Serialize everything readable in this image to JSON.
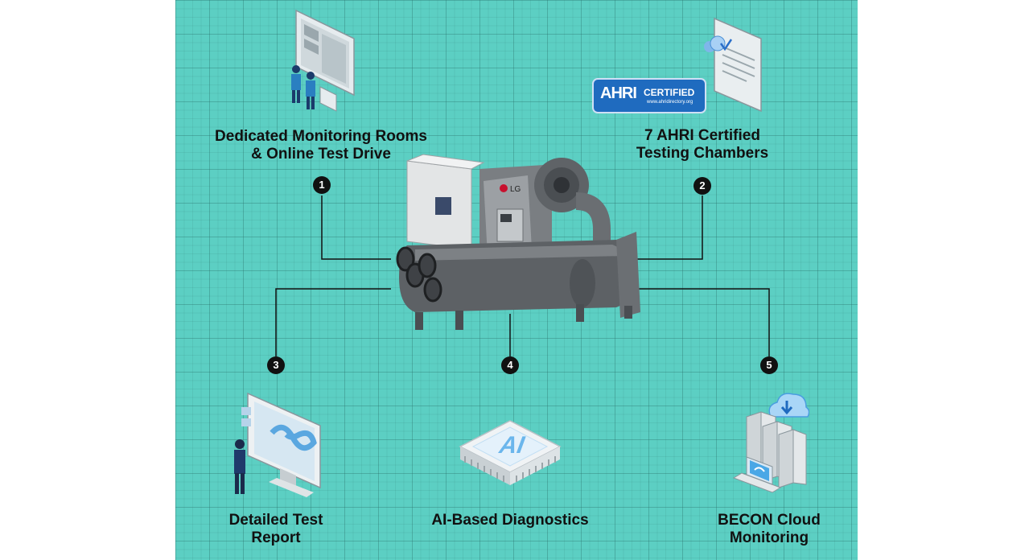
{
  "features": [
    {
      "number": "1",
      "title": "Dedicated Monitoring Rooms",
      "subtitle": "& Online Test Drive",
      "icon": "monitoring-room-icon"
    },
    {
      "number": "2",
      "title": "7 AHRI Certified",
      "subtitle": "Testing Chambers",
      "icon": "certificate-icon"
    },
    {
      "number": "3",
      "title": "Detailed Test",
      "subtitle": "Report",
      "icon": "test-report-icon"
    },
    {
      "number": "4",
      "title": "AI-Based Diagnostics",
      "subtitle": "",
      "icon": "ai-chip-icon"
    },
    {
      "number": "5",
      "title": "BECON Cloud",
      "subtitle": "Monitoring",
      "icon": "cloud-server-icon"
    }
  ],
  "badge": {
    "brand": "AHRI",
    "text": "CERTIFIED",
    "url": "www.ahridirectory.org"
  },
  "chiller": {
    "brand": "LG"
  },
  "chip": {
    "text": "AI"
  },
  "colors": {
    "background": "#5ccfc3",
    "line": "#111111",
    "text": "#111111",
    "badge": "#1f6bbf"
  }
}
